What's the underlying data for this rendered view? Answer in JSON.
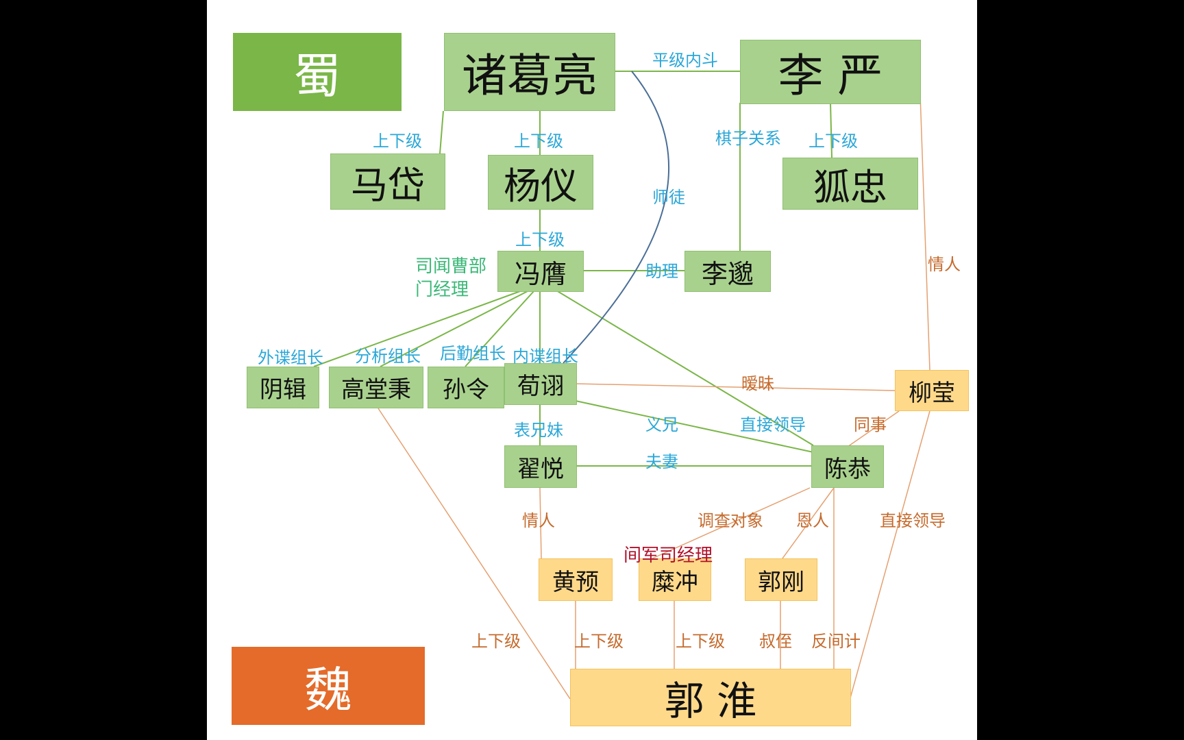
{
  "factions": {
    "shu": {
      "label": "蜀",
      "color": "#7ab648"
    },
    "wei": {
      "label": "魏",
      "color": "#e46b2a"
    }
  },
  "colors": {
    "shu_node": "#a9d18e",
    "wei_node": "#ffd98a",
    "shu_line": "#7ab648",
    "wei_line": "#e5a070",
    "curve": "#4a6e96"
  },
  "nodes": {
    "zhuge_liang": "诸葛亮",
    "li_yan": "李 严",
    "ma_dai": "马岱",
    "yang_yi": "杨仪",
    "hu_zhong": "狐忠",
    "feng_ying": "冯膺",
    "li_miao": "李邈",
    "yin_ji": "阴辑",
    "gao_tang_bing": "高堂秉",
    "sun_ling": "孙令",
    "xun_xu": "荀诩",
    "liu_ying": "柳莹",
    "di_yue": "翟悦",
    "chen_gong": "陈恭",
    "huang_yu": "黄预",
    "mi_chong": "糜冲",
    "guo_gang": "郭刚",
    "guo_huai": "郭 淮"
  },
  "relations": {
    "peer_rivalry": "平级内斗",
    "sup_ma_dai": "上下级",
    "sup_yang_yi": "上下级",
    "chess_piece": "棋子关系",
    "sup_hu_zhong": "上下级",
    "mentor": "师徒",
    "sup_feng_ying": "上下级",
    "assistant": "助理",
    "lover_liu": "情人",
    "external_spy_lead": "外谍组长",
    "analysis_lead": "分析组长",
    "logistics_lead": "后勤组长",
    "internal_spy_lead": "内谍组长",
    "ambiguous": "暧昧",
    "cousins": "表兄妹",
    "sworn_brother": "义兄",
    "direct_leader_feng": "直接领导",
    "colleague": "同事",
    "spouse": "夫妻",
    "lover_huang": "情人",
    "investigation_target": "调查对象",
    "benefactor": "恩人",
    "direct_leader_guo": "直接领导",
    "sup_gao": "上下级",
    "sup_huang": "上下级",
    "sup_mi": "上下级",
    "uncle_nephew": "叔侄",
    "double_agent": "反间计"
  },
  "titles": {
    "feng_ying_title_1": "司闻曹部",
    "feng_ying_title_2": "门经理",
    "mi_chong_title": "间军司经理"
  }
}
